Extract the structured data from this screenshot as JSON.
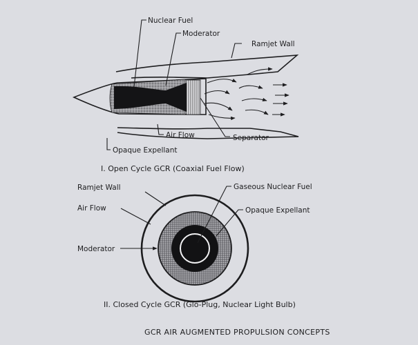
{
  "diagram1": {
    "labels": {
      "nuclear_fuel": "Nuclear Fuel",
      "moderator": "Moderator",
      "ramjet_wall": "Ramjet Wall",
      "air_flow": "Air Flow",
      "separator": "Separator",
      "opaque_expellant": "Opaque Expellant"
    },
    "caption": "I.  Open Cycle GCR (Coaxial Fuel Flow)"
  },
  "diagram2": {
    "labels": {
      "ramjet_wall": "Ramjet Wall",
      "air_flow": "Air Flow",
      "moderator": "Moderator",
      "gaseous_nuclear_fuel": "Gaseous Nuclear Fuel",
      "opaque_expellant": "Opaque Expellant"
    },
    "caption": "II.  Closed Cycle GCR (Glo-Plug, Nuclear Light Bulb)"
  },
  "title": "GCR AIR AUGMENTED PROPULSION CONCEPTS"
}
